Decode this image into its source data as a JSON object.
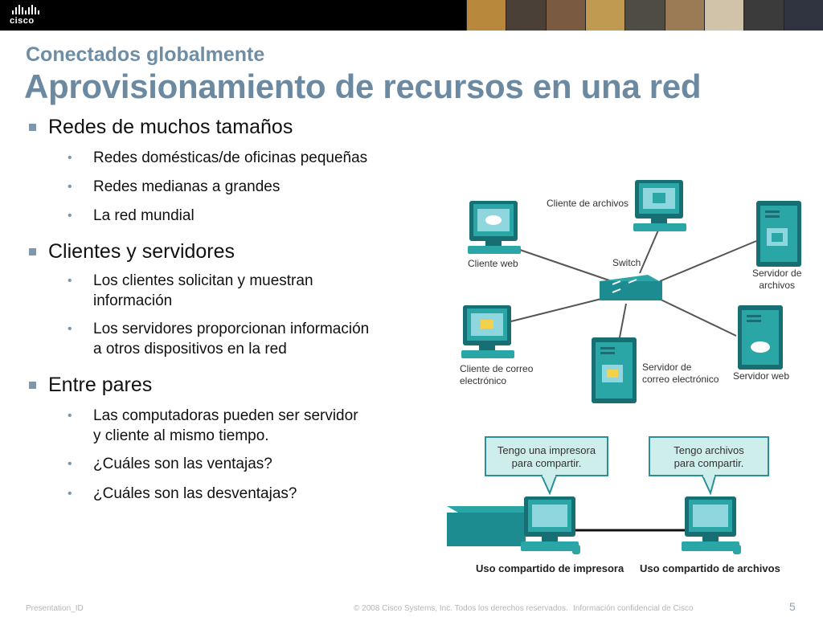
{
  "header": {
    "logo_text": "cisco",
    "photos": [
      "#b8893c",
      "#4a4038",
      "#7a5a40",
      "#c09a50",
      "#4f4b45",
      "#9b7b55",
      "#d0c3aa",
      "#3b3b3b",
      "#2f3440"
    ]
  },
  "slide": {
    "subtitle": "Conectados globalmente",
    "title": "Aprovisionamiento de recursos en una red"
  },
  "bullets": {
    "b1": {
      "label": "Redes de muchos tamaños",
      "items": [
        "Redes domésticas/de oficinas pequeñas",
        "Redes medianas a grandes",
        "La red mundial"
      ]
    },
    "b2": {
      "label": "Clientes y servidores",
      "items": [
        [
          "Los clientes solicitan y muestran",
          "información"
        ],
        [
          "Los servidores proporcionan información",
          "a otros dispositivos en la red"
        ]
      ]
    },
    "b3": {
      "label": "Entre pares",
      "items": [
        [
          "Las computadoras pueden ser servidor",
          "y cliente al mismo tiempo."
        ],
        "¿Cuáles son las ventajas?",
        "¿Cuáles son las desventajas?"
      ]
    }
  },
  "diagram": {
    "labels": {
      "file_client": "Cliente de archivos",
      "web_client": "Cliente web",
      "switch": "Switch",
      "file_server": [
        "Servidor de",
        "archivos"
      ],
      "mail_client": [
        "Cliente de correo",
        "electrónico"
      ],
      "mail_server": [
        "Servidor de",
        "correo electrónico"
      ],
      "web_server": "Servidor web"
    },
    "bubbles": {
      "printer": [
        "Tengo una impresora",
        "para compartir."
      ],
      "files": [
        "Tengo archivos",
        "para compartir."
      ]
    },
    "bottom_labels": {
      "printer_sharing": "Uso compartido de impresora",
      "file_sharing": "Uso compartido de archivos"
    },
    "colors": {
      "device": "#2aa6a6",
      "device_dark": "#176f73",
      "screen": "#8fd6de",
      "bubble_fill": "#cdeeea",
      "bubble_stroke": "#2b8f98"
    }
  },
  "footer": {
    "presentation_id": "Presentation_ID",
    "copyright": "© 2008 Cisco Systems, Inc. Todos los derechos reservados.",
    "confidential": "Información confidencial de Cisco",
    "page_number": "5"
  }
}
